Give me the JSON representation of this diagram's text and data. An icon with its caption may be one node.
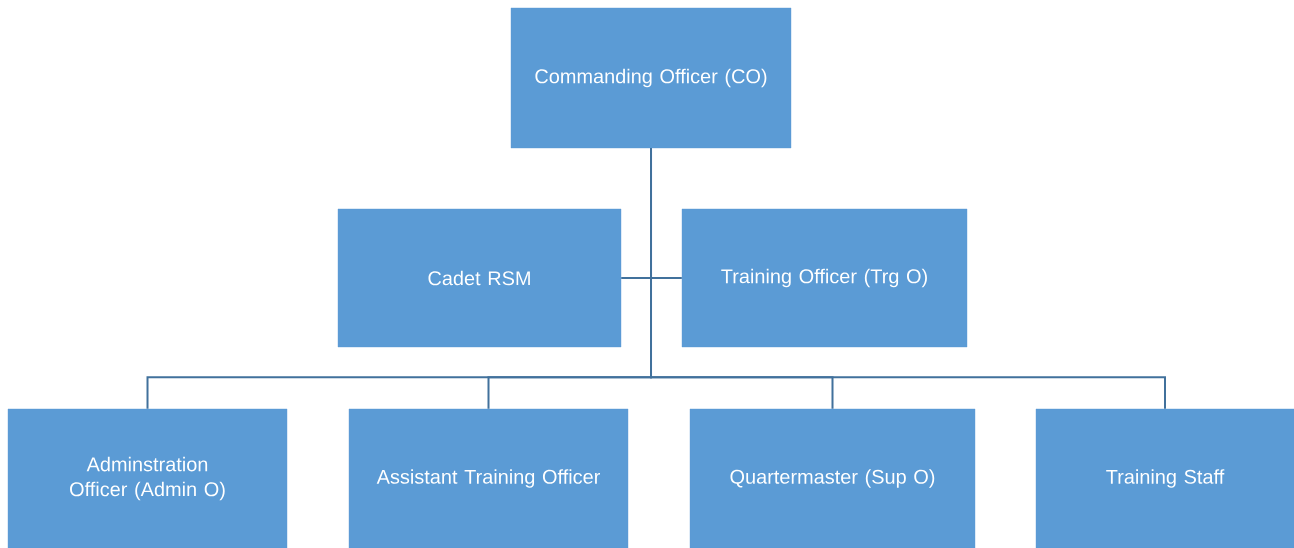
{
  "diagram": {
    "nodes": [
      {
        "text": [
          "Commanding Officer (CO)"
        ]
      },
      {
        "text": [
          "Cadet RSM"
        ]
      },
      {
        "text": [
          "Training Officer (Trg O)"
        ]
      },
      {
        "text": [
          "Adminstration Officer (Admin O)"
        ]
      },
      {
        "text": [
          "Assistant Training Officer"
        ]
      },
      {
        "text": [
          "Quartermaster (Sup O)"
        ]
      },
      {
        "text": [
          "Training Staff"
        ]
      }
    ],
    "edges": [
      {
        "from": 0,
        "to": 1,
        "arrow": "none"
      },
      {
        "from": 0,
        "to": 2,
        "arrow": "none"
      },
      {
        "from": 0,
        "to": 3,
        "arrow": "none"
      },
      {
        "from": 0,
        "to": 4,
        "arrow": "none"
      },
      {
        "from": 0,
        "to": 5,
        "arrow": "none"
      },
      {
        "from": 0,
        "to": 6,
        "arrow": "none"
      }
    ]
  }
}
